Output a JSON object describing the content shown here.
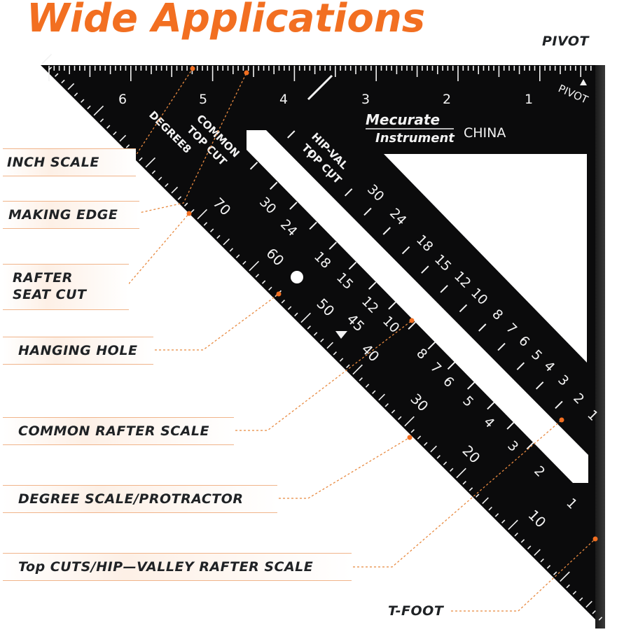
{
  "title": "Wide Applications",
  "pivot_label": "PIVOT",
  "tfoot_label": "T-FOOT",
  "callouts": [
    "INCH SCALE",
    "MAKING EDGE",
    "RAFTER",
    "SEAT CUT",
    "HANGING HOLE",
    "COMMON RAFTER SCALE",
    "DEGREE SCALE/PROTRACTOR",
    "Top CUTS/HIP—VALLEY RAFTER SCALE"
  ],
  "tool": {
    "brand_line1": "Mecurate",
    "brand_line2": "Instrument",
    "origin": "CHINA",
    "pivot_mark": "PIVOT",
    "common_top_cut_1": "COMMON",
    "common_top_cut_2": "TOP CUT",
    "degree_label": "DEGREE8",
    "hip_val_1": "HIP-VAL",
    "hip_val_2": "TOP CUT",
    "inch_numbers": [
      "6",
      "5",
      "4",
      "3",
      "2",
      "1"
    ],
    "degree_numbers": [
      "70",
      "60",
      "50",
      "45",
      "40",
      "30",
      "20",
      "10"
    ],
    "common_numbers": [
      "30",
      "24",
      "18",
      "15",
      "12",
      "10",
      "8",
      "7",
      "6",
      "5",
      "4",
      "3",
      "2",
      "1"
    ],
    "hip_numbers": [
      "30",
      "24",
      "18",
      "15",
      "12",
      "10",
      "8",
      "7",
      "6",
      "5",
      "4",
      "3",
      "2",
      "1"
    ]
  },
  "colors": {
    "accent": "#f26f21",
    "tool_body": "#0b0b0c",
    "tool_marks": "#f2f2f2"
  }
}
